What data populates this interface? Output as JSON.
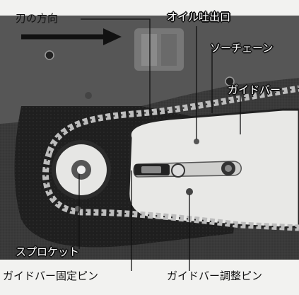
{
  "labels": {
    "blade_direction": "刃の方向",
    "oil_outlet": "オイル吐出口",
    "saw_chain": "ソーチェーン",
    "guide_bar": "ガイドバー",
    "sprocket": "スプロケット",
    "guide_bar_fixing_pin": "ガイドバー固定ピン",
    "guide_bar_adjusting_pin": "ガイドバー調整ピン"
  }
}
